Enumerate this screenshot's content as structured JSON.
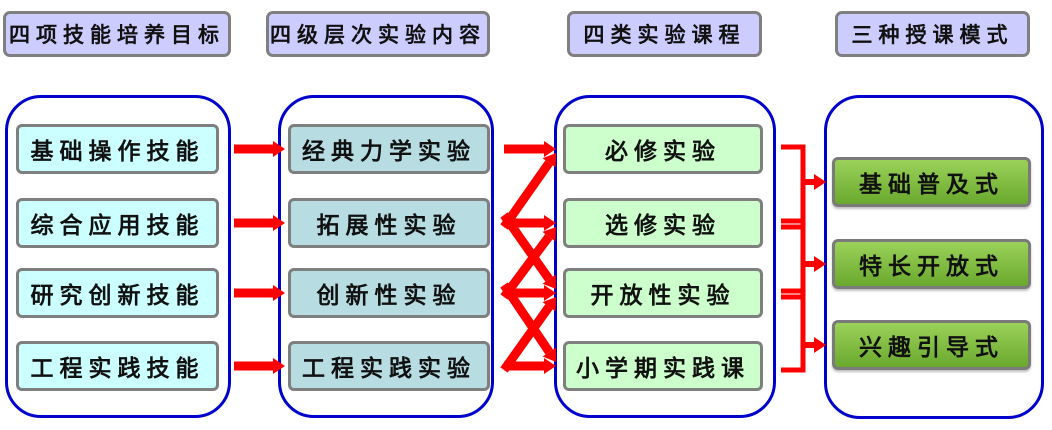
{
  "headers": [
    {
      "label": "四项技能培养目标"
    },
    {
      "label": "四级层次实验内容"
    },
    {
      "label": "四类实验课程"
    },
    {
      "label": "三种授课模式"
    }
  ],
  "columns": {
    "skills": [
      "基础操作技能",
      "综合应用技能",
      "研究创新技能",
      "工程实践技能"
    ],
    "experiments": [
      "经典力学实验",
      "拓展性实验",
      "创新性实验",
      "工程实践实验"
    ],
    "courses": [
      "必修实验",
      "选修实验",
      "开放性实验",
      "小学期实践课"
    ],
    "modes": [
      "基础普及式",
      "特长开放式",
      "兴趣引导式"
    ]
  },
  "connections": {
    "skills_to_experiments": [
      [
        0,
        0
      ],
      [
        1,
        1
      ],
      [
        2,
        2
      ],
      [
        3,
        3
      ]
    ],
    "experiments_to_courses": [
      [
        0,
        0
      ],
      [
        1,
        0
      ],
      [
        1,
        1
      ],
      [
        1,
        2
      ],
      [
        2,
        1
      ],
      [
        2,
        2
      ],
      [
        2,
        3
      ],
      [
        3,
        2
      ],
      [
        3,
        3
      ]
    ],
    "courses_to_modes": [
      [
        [
          0,
          1
        ],
        0
      ],
      [
        [
          1,
          2
        ],
        1
      ],
      [
        [
          2,
          3
        ],
        2
      ]
    ]
  },
  "colors": {
    "arrow": "#ff0000",
    "group_border": "#0000cc",
    "header_fill": "#ccccff",
    "skills_fill": "#ccffff",
    "experiments_fill": "#b7dde3",
    "courses_fill": "#ccffcc",
    "modes_fill": "#7fbf3f"
  }
}
